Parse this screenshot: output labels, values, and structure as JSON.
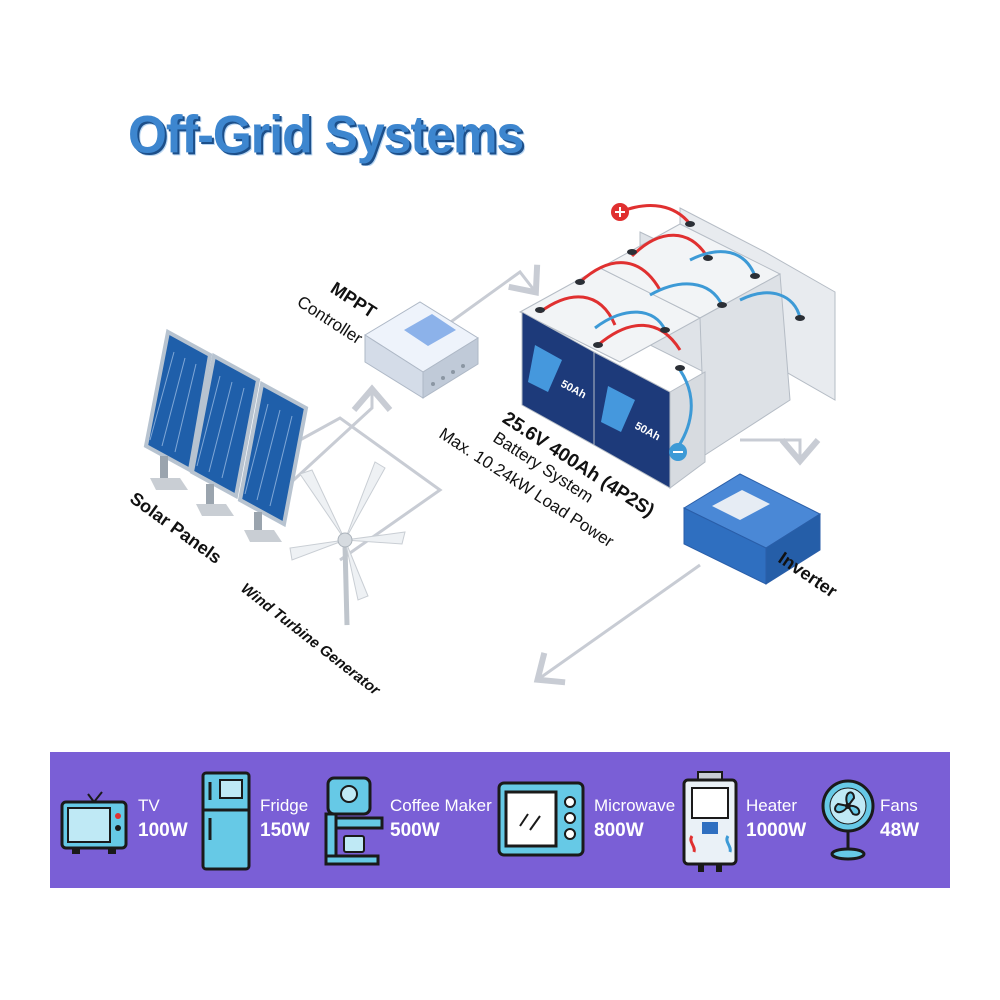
{
  "title": "Off-Grid Systems",
  "labels": {
    "mppt_line1": "MPPT",
    "mppt_line2": "Controller",
    "battery_line1": "25.6V 400Ah (4P2S)",
    "battery_line2": "Battery System",
    "battery_line3": "Max. 10.24kW Load Power",
    "solar": "Solar Panels",
    "wind": "Wind Turbine Generator",
    "inverter": "Inverter"
  },
  "battery_module_label": "50Ah",
  "appliances": [
    {
      "name": "TV",
      "power": "100W",
      "icon": "tv-icon"
    },
    {
      "name": "Fridge",
      "power": "150W",
      "icon": "fridge-icon"
    },
    {
      "name": "Coffee Maker",
      "power": "500W",
      "icon": "coffee-maker-icon"
    },
    {
      "name": "Microwave",
      "power": "800W",
      "icon": "microwave-icon"
    },
    {
      "name": "Heater",
      "power": "1000W",
      "icon": "heater-icon"
    },
    {
      "name": "Fans",
      "power": "48W",
      "icon": "fan-icon"
    }
  ],
  "colors": {
    "title_blue": "#3d86cf",
    "bar_purple": "#7a5fd6",
    "wire_red": "#e03030",
    "wire_blue": "#3d9ad6",
    "inverter_blue": "#2f6fc0",
    "flow_line": "#c8ccd4"
  }
}
